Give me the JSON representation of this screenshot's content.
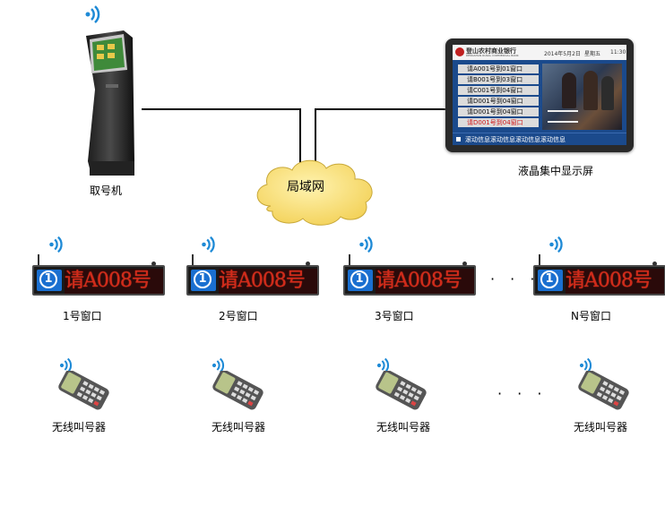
{
  "kiosk_label": "取号机",
  "network_label": "局域网",
  "display": {
    "caption": "液晶集中显示屏",
    "bank_name": "登山农村商业银行",
    "bank_name_en": "DENGSHAN RURAL COMMERCIAL BANK",
    "date": "2014年5月2日",
    "weekday": "星期五",
    "time": "11:30",
    "rows": [
      "请A001号到01窗口",
      "请B001号到03窗口",
      "请C001号到04窗口",
      "请D001号到04窗口",
      "请D001号到04窗口",
      "请D001号到04窗口"
    ],
    "ticker": "滚动信息滚动信息滚动信息滚动信息"
  },
  "windows": [
    {
      "num": "1",
      "led_text": "请A008号",
      "label": "1号窗口"
    },
    {
      "num": "1",
      "led_text": "请A008号",
      "label": "2号窗口"
    },
    {
      "num": "1",
      "led_text": "请A008号",
      "label": "3号窗口"
    },
    {
      "num": "1",
      "led_text": "请A008号",
      "label": "N号窗口"
    }
  ],
  "callers": [
    {
      "label": "无线叫号器"
    },
    {
      "label": "无线叫号器"
    },
    {
      "label": "无线叫号器"
    },
    {
      "label": "无线叫号器"
    }
  ],
  "ellipsis": "· · ·"
}
